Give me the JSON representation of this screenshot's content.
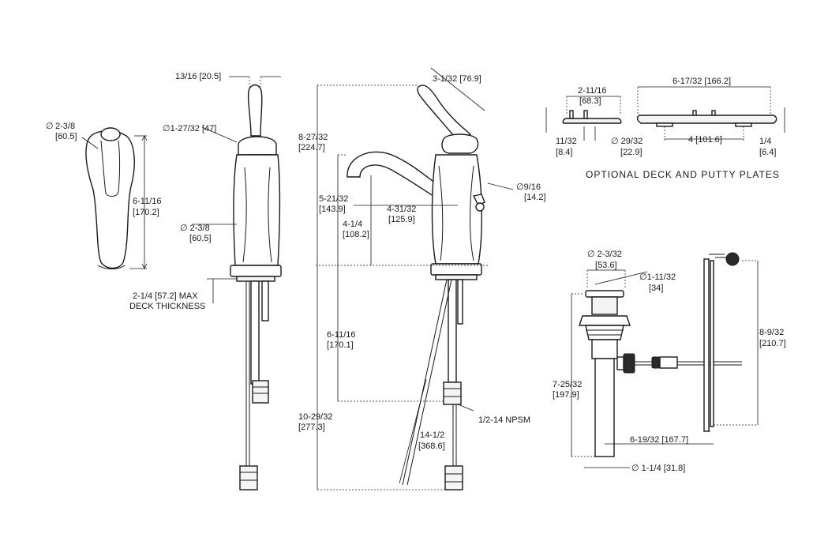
{
  "handle_top": {
    "diameter": "2-3/8",
    "diameter_mm": "60.5",
    "height": "6-11/16",
    "height_mm": "170.2"
  },
  "deck": {
    "thickness": "2-1/4",
    "thickness_mm": "57.2",
    "max": "MAX",
    "caption": "DECK  THICKNESS"
  },
  "side_view": {
    "lever_width": "13/16",
    "lever_width_mm": "20.5",
    "lever_diameter": "1-27/32",
    "lever_diameter_mm": "47",
    "base_diameter": "2-3/8",
    "base_diameter_mm": "60.5"
  },
  "front_view": {
    "overall_height": "8-27/32",
    "overall_height_mm": "224.7",
    "lever_angle": "3-1/32",
    "lever_angle_mm": "76.9",
    "aerator_diameter": "9/16",
    "aerator_diameter_mm": "14.2",
    "spout_height": "5-21/32",
    "spout_height_mm": "143.9",
    "spout_reach": "4-31/32",
    "spout_reach_mm": "125.9",
    "spout_clearance": "4-1/4",
    "spout_clearance_mm": "108.2",
    "shank_length": "6-11/16",
    "shank_length_mm": "170.1",
    "total_length": "10-29/32",
    "total_length_mm": "277.3",
    "supply_length": "14-1/2",
    "supply_length_mm": "368.6",
    "thread": "1/2-14  NPSM"
  },
  "plates": {
    "putty_width": "2-11/16",
    "putty_width_mm": "68.3",
    "deck_width": "6-17/32",
    "deck_width_mm": "166.2",
    "putty_height": "11/32",
    "putty_height_mm": "8.4",
    "hole_diameter": "29/32",
    "hole_diameter_mm": "22.9",
    "spacing": "4",
    "spacing_mm": "101.6",
    "deck_height": "1/4",
    "deck_height_mm": "6.4",
    "caption": "OPTIONAL  DECK  AND  PUTTY  PLATES"
  },
  "drain": {
    "flange_diameter": "2-3/32",
    "flange_diameter_mm": "53.6",
    "body_diameter": "1-11/32",
    "body_diameter_mm": "34",
    "height": "7-25/32",
    "height_mm": "197.9",
    "rod_height": "8-9/32",
    "rod_height_mm": "210.7",
    "rod_reach": "6-19/32",
    "rod_reach_mm": "167.7",
    "tail_diameter": "1-1/4",
    "tail_diameter_mm": "31.8"
  },
  "symbols": {
    "diameter": "∅"
  }
}
